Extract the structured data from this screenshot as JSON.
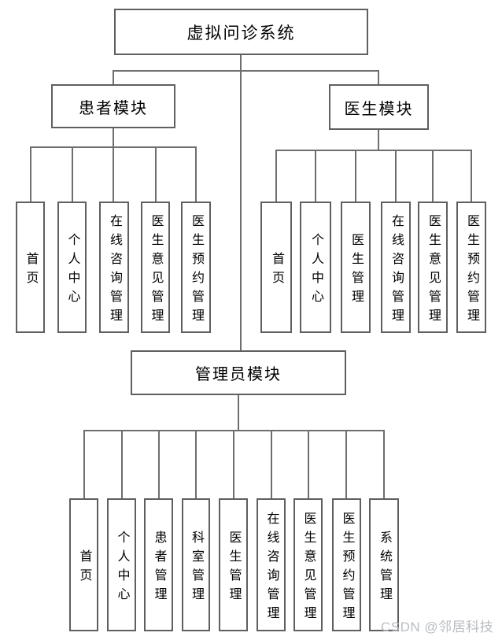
{
  "diagram": {
    "root_label": "虚拟问诊系统",
    "modules": [
      {
        "label": "患者模块",
        "children": [
          "首页",
          "个人中心",
          "在线咨询管理",
          "医生意见管理",
          "医生预约管理"
        ]
      },
      {
        "label": "医生模块",
        "children": [
          "首页",
          "个人中心",
          "医生管理",
          "在线咨询管理",
          "医生意见管理",
          "医生预约管理"
        ]
      },
      {
        "label": "管理员模块",
        "children": [
          "首页",
          "个人中心",
          "患者管理",
          "科室管理",
          "医生管理",
          "在线咨询管理",
          "医生意见管理",
          "医生预约管理",
          "系统管理"
        ]
      }
    ]
  },
  "watermark": {
    "text": "CSDN @邻居科技",
    "color": "#b9bdc2"
  },
  "colors": {
    "background": "#ffffff",
    "box_border": "#5f5f5f",
    "connector": "#6e6e6e",
    "text": "#000000"
  }
}
